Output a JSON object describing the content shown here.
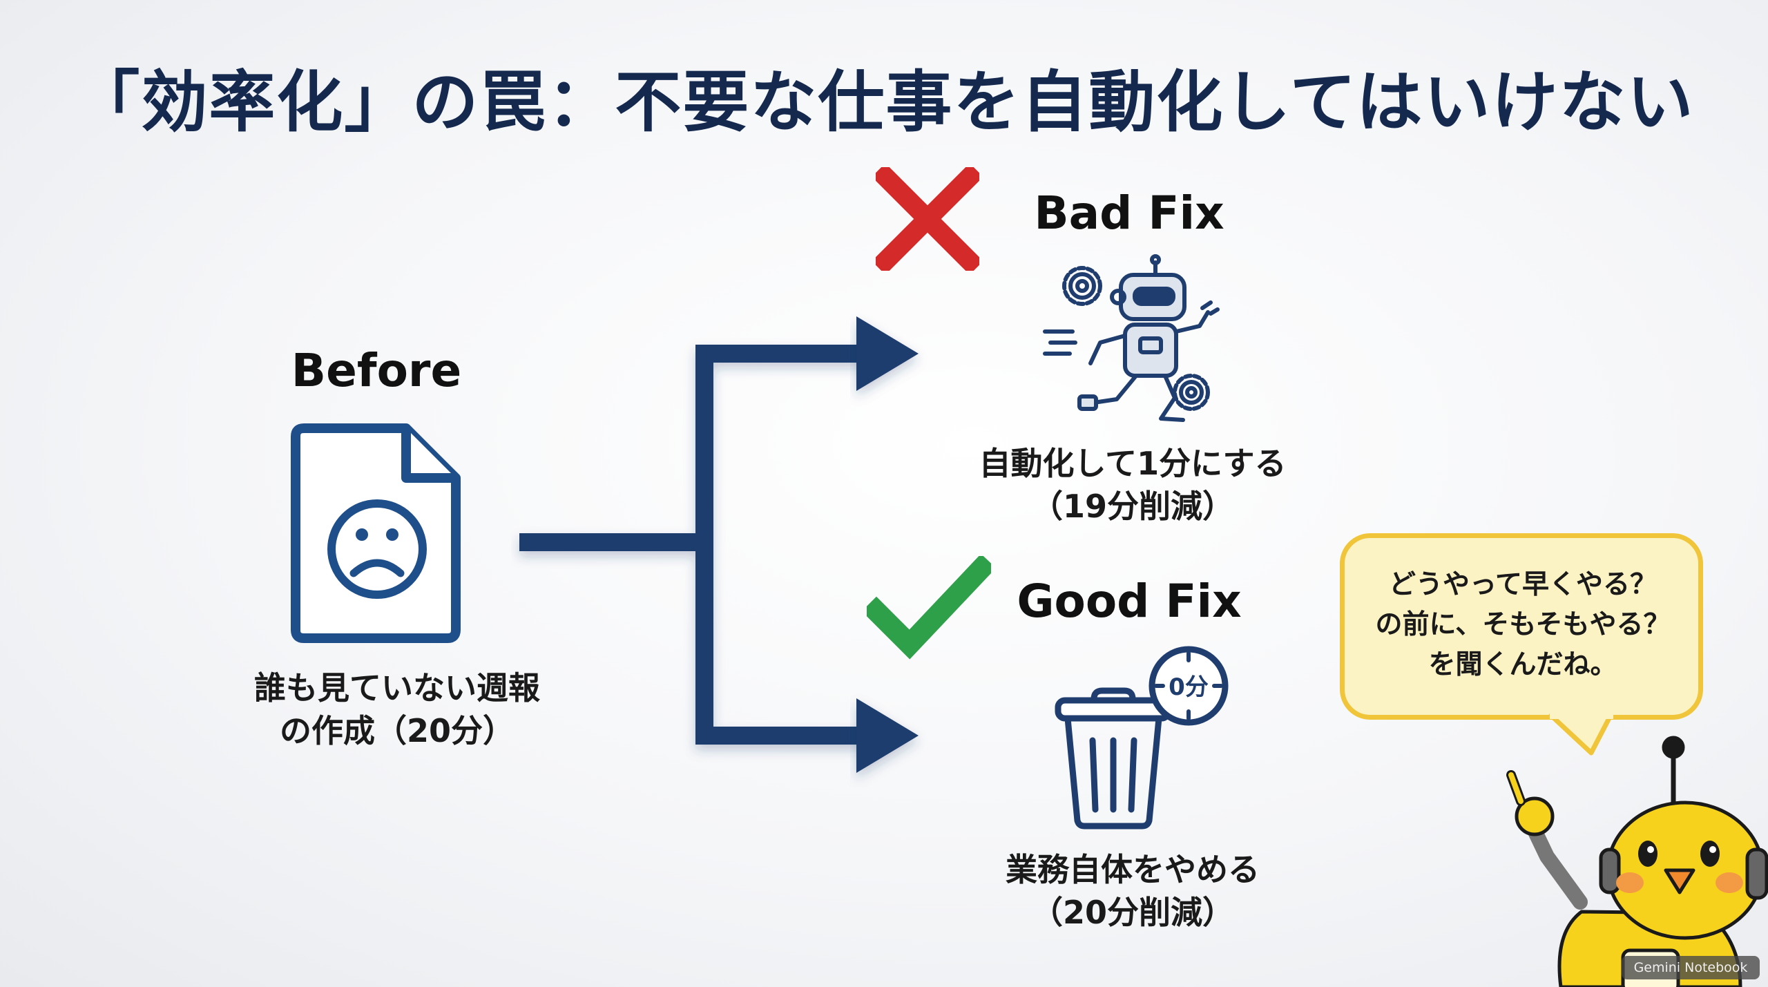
{
  "title": "「効率化」の罠：不要な仕事を自動化してはいけない",
  "before": {
    "heading": "Before",
    "caption_lines": [
      "誰も見ていない週報",
      "の作成（20分）"
    ],
    "icon": "sad-document-icon"
  },
  "bad_fix": {
    "heading": "Bad Fix",
    "mark_icon": "red-x-icon",
    "icon": "running-robot-icon",
    "caption_lines": [
      "自動化して1分にする",
      "（19分削減）"
    ]
  },
  "good_fix": {
    "heading": "Good Fix",
    "mark_icon": "green-check-icon",
    "icon": "trash-can-icon",
    "timer_label": "0分",
    "caption_lines": [
      "業務自体をやめる",
      "（20分削減）"
    ]
  },
  "speech_bubble": {
    "lines": [
      "どうやって早くやる？",
      "の前に、そもそもやる？",
      "を聞くんだね。"
    ]
  },
  "mascot": {
    "icon": "chick-robot-mascot-icon"
  },
  "watermark": "Gemini Notebook",
  "colors": {
    "navy": "#1f3d6e",
    "red": "#d42a2a",
    "green": "#2ea04a",
    "bubble_fill": "#fcf3c4",
    "bubble_border": "#f0c53a",
    "mascot_yellow": "#f6d21c"
  }
}
